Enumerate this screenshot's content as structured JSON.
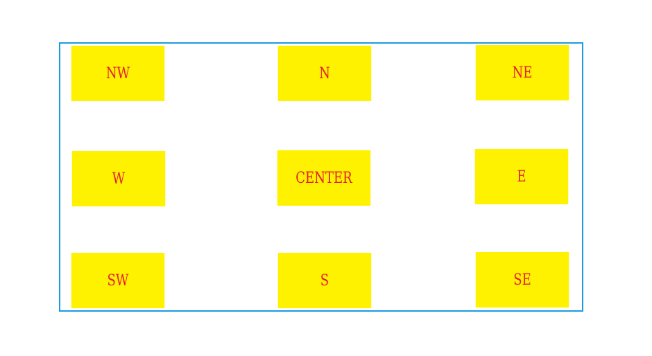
{
  "colors": {
    "border": "#1a9be0",
    "box_fill": "#fff200",
    "label_text": "#e4202a",
    "background": "#ffffff"
  },
  "regions": {
    "nw": "NW",
    "n": "N",
    "ne": "NE",
    "w": "W",
    "center": "CENTER",
    "e": "E",
    "sw": "SW",
    "s": "S",
    "se": "SE"
  }
}
